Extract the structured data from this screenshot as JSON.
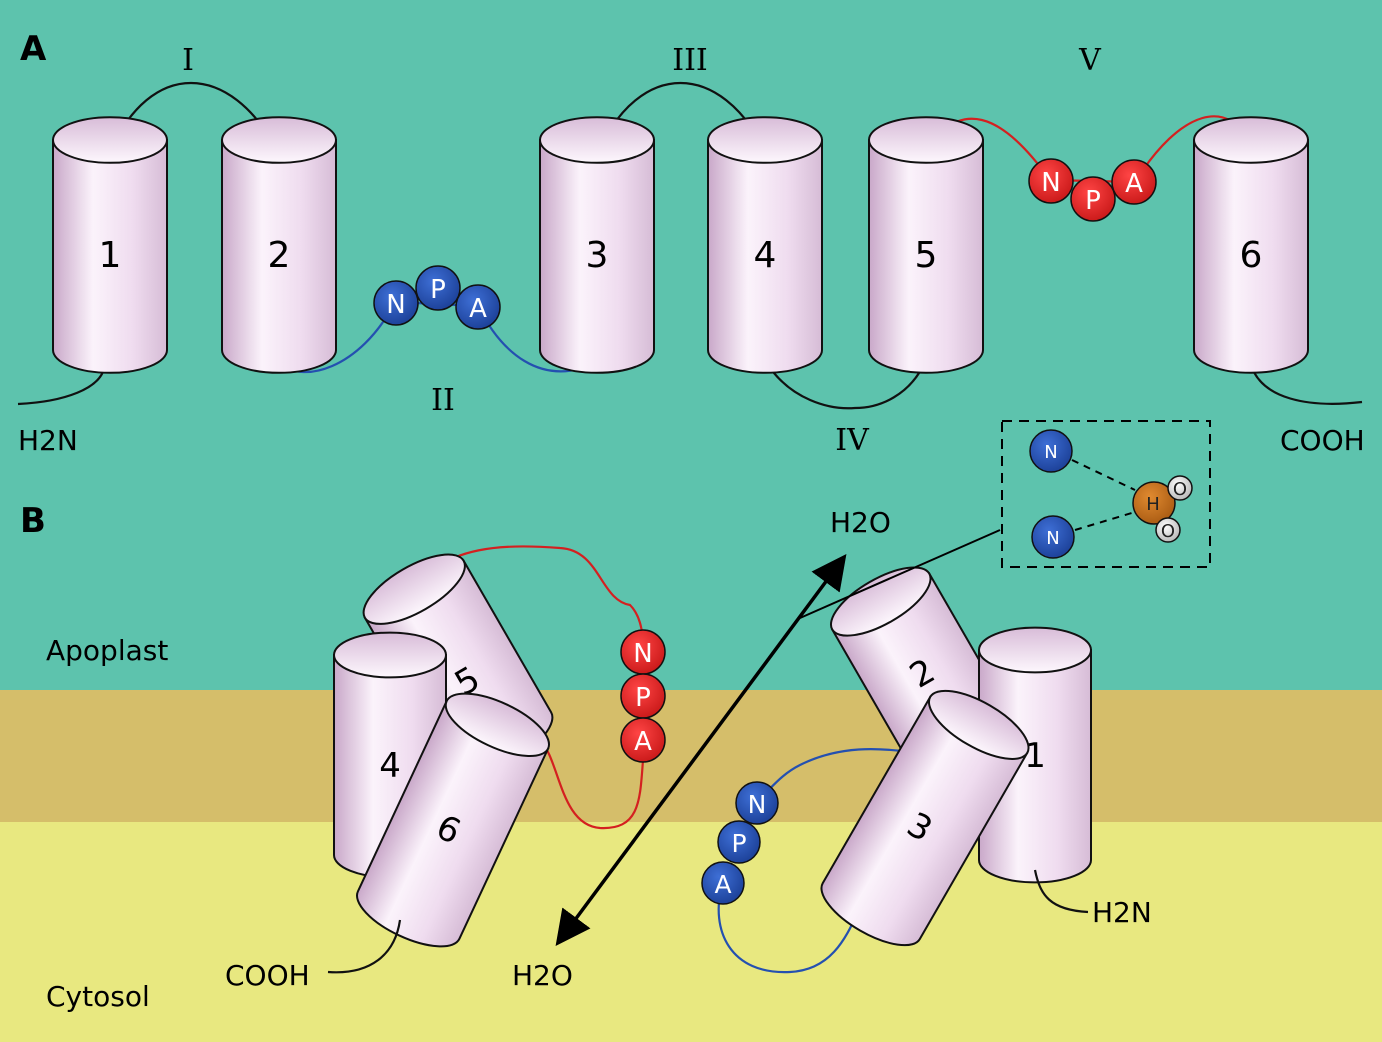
{
  "colors": {
    "apoplast": "#5dc3ad",
    "membrane": "#d5be6a",
    "cytosol": "#e8e880",
    "helix": "#f1dff1",
    "helix_shade": "#c9a8c9",
    "loop_black": "#111111",
    "npa_blue": "#2450b0",
    "npa_red": "#e02828",
    "oxygen_orange": "#c8701a",
    "hydrogen_gray": "#d0d0d0"
  },
  "panel_a": {
    "label": "A",
    "helices": [
      "1",
      "2",
      "3",
      "4",
      "5",
      "6"
    ],
    "loops": [
      "I",
      "II",
      "III",
      "IV",
      "V"
    ],
    "n_terminus": "H2N",
    "c_terminus": "COOH",
    "npa_blue": [
      "N",
      "P",
      "A"
    ],
    "npa_red": [
      "N",
      "P",
      "A"
    ]
  },
  "panel_b": {
    "label": "B",
    "helices": [
      "1",
      "2",
      "3",
      "4",
      "5",
      "6"
    ],
    "region_apoplast": "Apoplast",
    "region_cytosol": "Cytosol",
    "water_top": "H2O",
    "water_bottom": "H2O",
    "n_terminus": "H2N",
    "c_terminus": "COOH",
    "npa_blue": [
      "N",
      "P",
      "A"
    ],
    "npa_red": [
      "N",
      "P",
      "A"
    ],
    "inset": {
      "asparagine_1": "N",
      "asparagine_2": "N",
      "water_center": "H",
      "water_atoms": [
        "O",
        "O"
      ]
    }
  }
}
